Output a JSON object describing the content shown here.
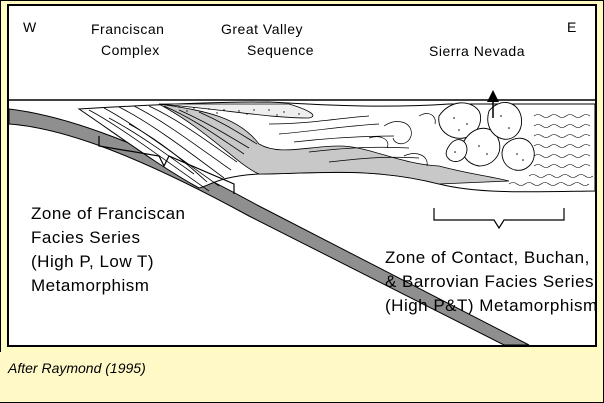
{
  "labels": {
    "west": "W",
    "east": "E",
    "franciscan": [
      "Franciscan",
      "Complex"
    ],
    "great_valley": [
      "Great Valley",
      "Sequence"
    ],
    "sierra": "Sierra Nevada",
    "zone_franciscan": [
      "Zone of Franciscan",
      "Facies Series",
      "(High P, Low T)",
      "Metamorphism"
    ],
    "zone_contact": [
      "Zone of Contact, Buchan,",
      "& Barrovian Facies Series",
      "(High P&T) Metamorphism"
    ]
  },
  "caption": "After Raymond (1995)",
  "colors": {
    "page_bg": "#fffbc2",
    "figure_bg": "#ffffff",
    "slab": "#8f8f8f",
    "sediment": "#c8c8c8"
  }
}
